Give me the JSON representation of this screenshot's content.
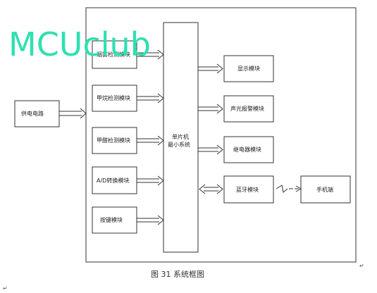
{
  "watermark": "MCUclub",
  "mcu": {
    "line1": "单片机",
    "line2": "最小系统"
  },
  "power_supply": "供电电路",
  "left_modules": [
    "烟雾检测模块",
    "甲烷检测模块",
    "甲醛检测模块",
    "A/D转换模块",
    "按键模块"
  ],
  "right_modules": [
    "显示模块",
    "声光报警模块",
    "继电器模块",
    "蓝牙模块"
  ],
  "phone": "手机端",
  "caption": "图 31 系统框图"
}
